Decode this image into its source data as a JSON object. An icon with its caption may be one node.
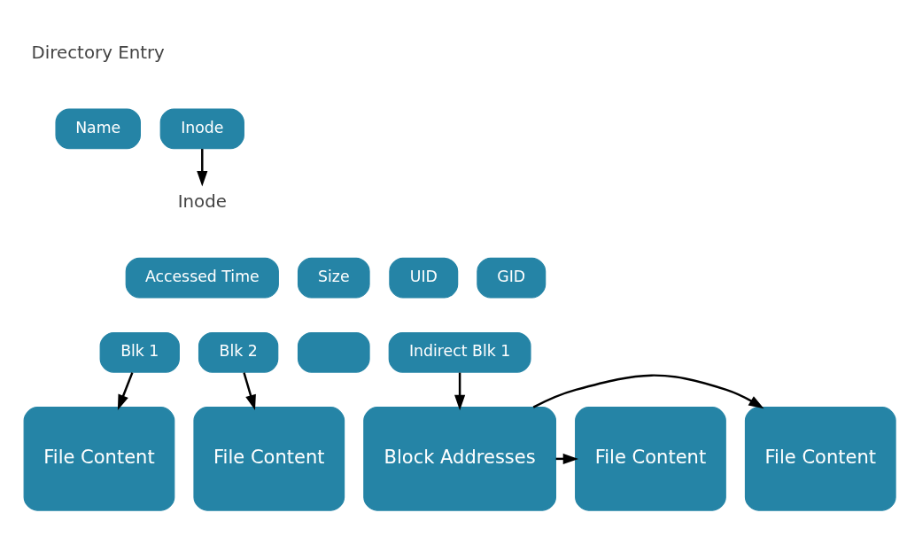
{
  "diagram": {
    "nodes": [
      {
        "text": [
          "Name"
        ]
      },
      {
        "text": [
          "Inode"
        ]
      },
      {
        "text": [
          "Inode"
        ]
      },
      {
        "text": [
          "Accessed Time"
        ]
      },
      {
        "text": [
          "Size"
        ]
      },
      {
        "text": [
          "UID"
        ]
      },
      {
        "text": [
          "GID"
        ]
      },
      {
        "text": [
          "Blk 1"
        ]
      },
      {
        "text": [
          "Blk 2"
        ]
      },
      {
        "text": [],
        "shape": "box"
      },
      {
        "text": [
          "Indirect Blk 1"
        ]
      },
      {
        "text": [
          "File Content"
        ]
      },
      {
        "text": [
          "File Content"
        ]
      },
      {
        "text": [
          "Block Addresses"
        ]
      },
      {
        "text": [
          "File Content"
        ]
      },
      {
        "text": [
          "File Content"
        ]
      }
    ],
    "edges": [
      {
        "from": 1,
        "to": 2,
        "arrow": "to"
      },
      {
        "from": 7,
        "to": 11,
        "arrow": "to"
      },
      {
        "from": 8,
        "to": 12,
        "arrow": "to"
      },
      {
        "from": 10,
        "to": 13,
        "arrow": "to"
      },
      {
        "from": 13,
        "to": 14,
        "arrow": "to"
      },
      {
        "from": 13,
        "to": 15,
        "arrow": "to"
      }
    ],
    "labels": [
      "Directory Entry"
    ]
  }
}
